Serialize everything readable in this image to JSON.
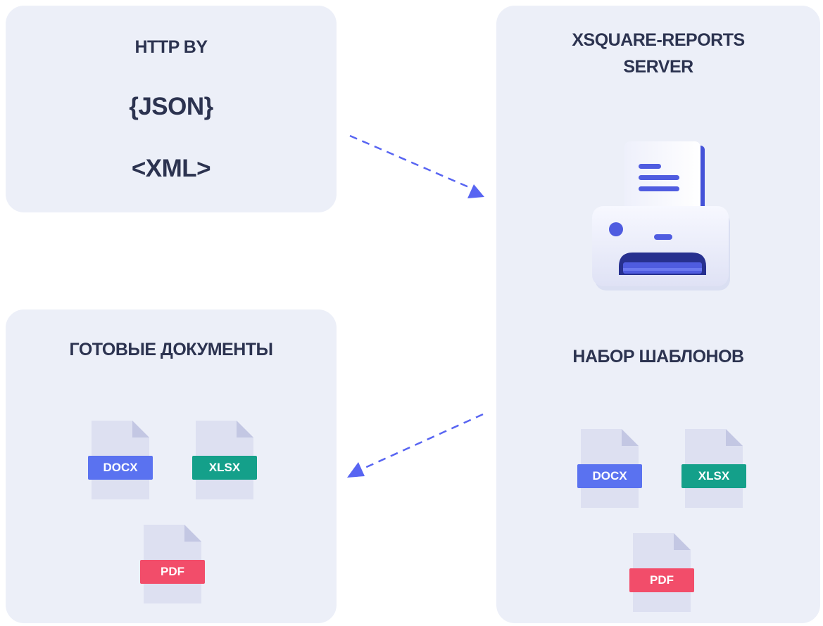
{
  "input_card": {
    "title": "HTTP BY",
    "formats": [
      "{JSON}",
      "<XML>"
    ]
  },
  "server_card": {
    "title_line1": "XSQUARE-REPORTS",
    "title_line2": "SERVER",
    "icon": "printer-icon",
    "templates_title": "НАБОР ШАБЛОНОВ",
    "files": [
      "DOCX",
      "XLSX",
      "PDF"
    ]
  },
  "output_card": {
    "title": "ГОТОВЫЕ ДОКУМЕНТЫ",
    "files": [
      "DOCX",
      "XLSX",
      "PDF"
    ]
  },
  "colors": {
    "card_bg": "#eceff8",
    "text": "#2c3350",
    "accent": "#5865f2",
    "docx": "#5a72f0",
    "xlsx": "#14a08a",
    "pdf": "#f24d6a",
    "file_body": "#dde0f1",
    "file_fold": "#c3c7e3"
  }
}
